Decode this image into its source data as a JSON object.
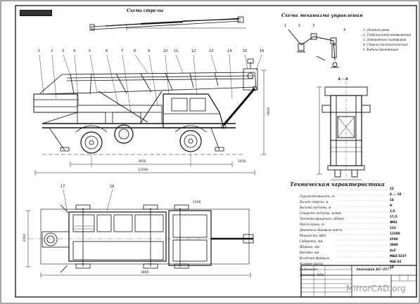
{
  "document": {
    "stamp": "",
    "boom_view_title": "Схема стрелы",
    "mechanism_title": "Схема механизма управления",
    "tech_spec_title": "Техническая характеристика",
    "section_label": "A - A",
    "title_block_title": "Автокран КС-3577",
    "watermark": "MirrorCAD.org"
  },
  "legend": [
    {
      "num": "1",
      "text": "Опорная рама"
    },
    {
      "num": "2",
      "text": "Гидроцилиндр выдвижения"
    },
    {
      "num": "3",
      "text": "Поворотная платформа"
    },
    {
      "num": "4",
      "text": "Стрела телескопическая"
    },
    {
      "num": "5",
      "text": "Кабина крановщика"
    }
  ],
  "callouts_side": [
    "1",
    "2",
    "3",
    "4",
    "5",
    "6",
    "7",
    "8",
    "9",
    "10",
    "11",
    "12",
    "13",
    "14",
    "15",
    "16"
  ],
  "callouts_plan": [
    "17",
    "18"
  ],
  "callouts_mech": [
    "1",
    "2",
    "3",
    "4"
  ],
  "spec_rows": [
    {
      "label": "Грузоподъёмность, т",
      "value": "12"
    },
    {
      "label": "Вылет стрелы, м",
      "value": "4 ... 10"
    },
    {
      "label": "Высота подъёма, м",
      "value": "14"
    },
    {
      "label": "Скорость подъёма, м/мин",
      "value": "9"
    },
    {
      "label": "Частота вращения, об/мин",
      "value": "1,5"
    },
    {
      "label": "Масса крана, т",
      "value": "17,5"
    },
    {
      "label": "Двигатель базового шасси",
      "value": "ЯМЗ"
    },
    {
      "label": "Мощность, кВт",
      "value": "132"
    },
    {
      "label": "Габариты, мм",
      "value": "11500"
    },
    {
      "label": "Ширина, мм",
      "value": "2500"
    },
    {
      "label": "Высота, мм",
      "value": "3900"
    },
    {
      "label": "Колёсная формула",
      "value": "4x2"
    },
    {
      "label": "Базовое шасси",
      "value": "МАЗ-5337"
    },
    {
      "label": "Гидронасос",
      "value": "НШ-32"
    },
    {
      "label": "Давление, МПа",
      "value": "16"
    }
  ],
  "dimensions": {
    "overall_length": "11500",
    "wheelbase": "3950",
    "height": "3900",
    "front_overhang": "1450",
    "plan_width": "2500",
    "plan_dim_2": "1500",
    "plan_dim_3": "3600"
  }
}
